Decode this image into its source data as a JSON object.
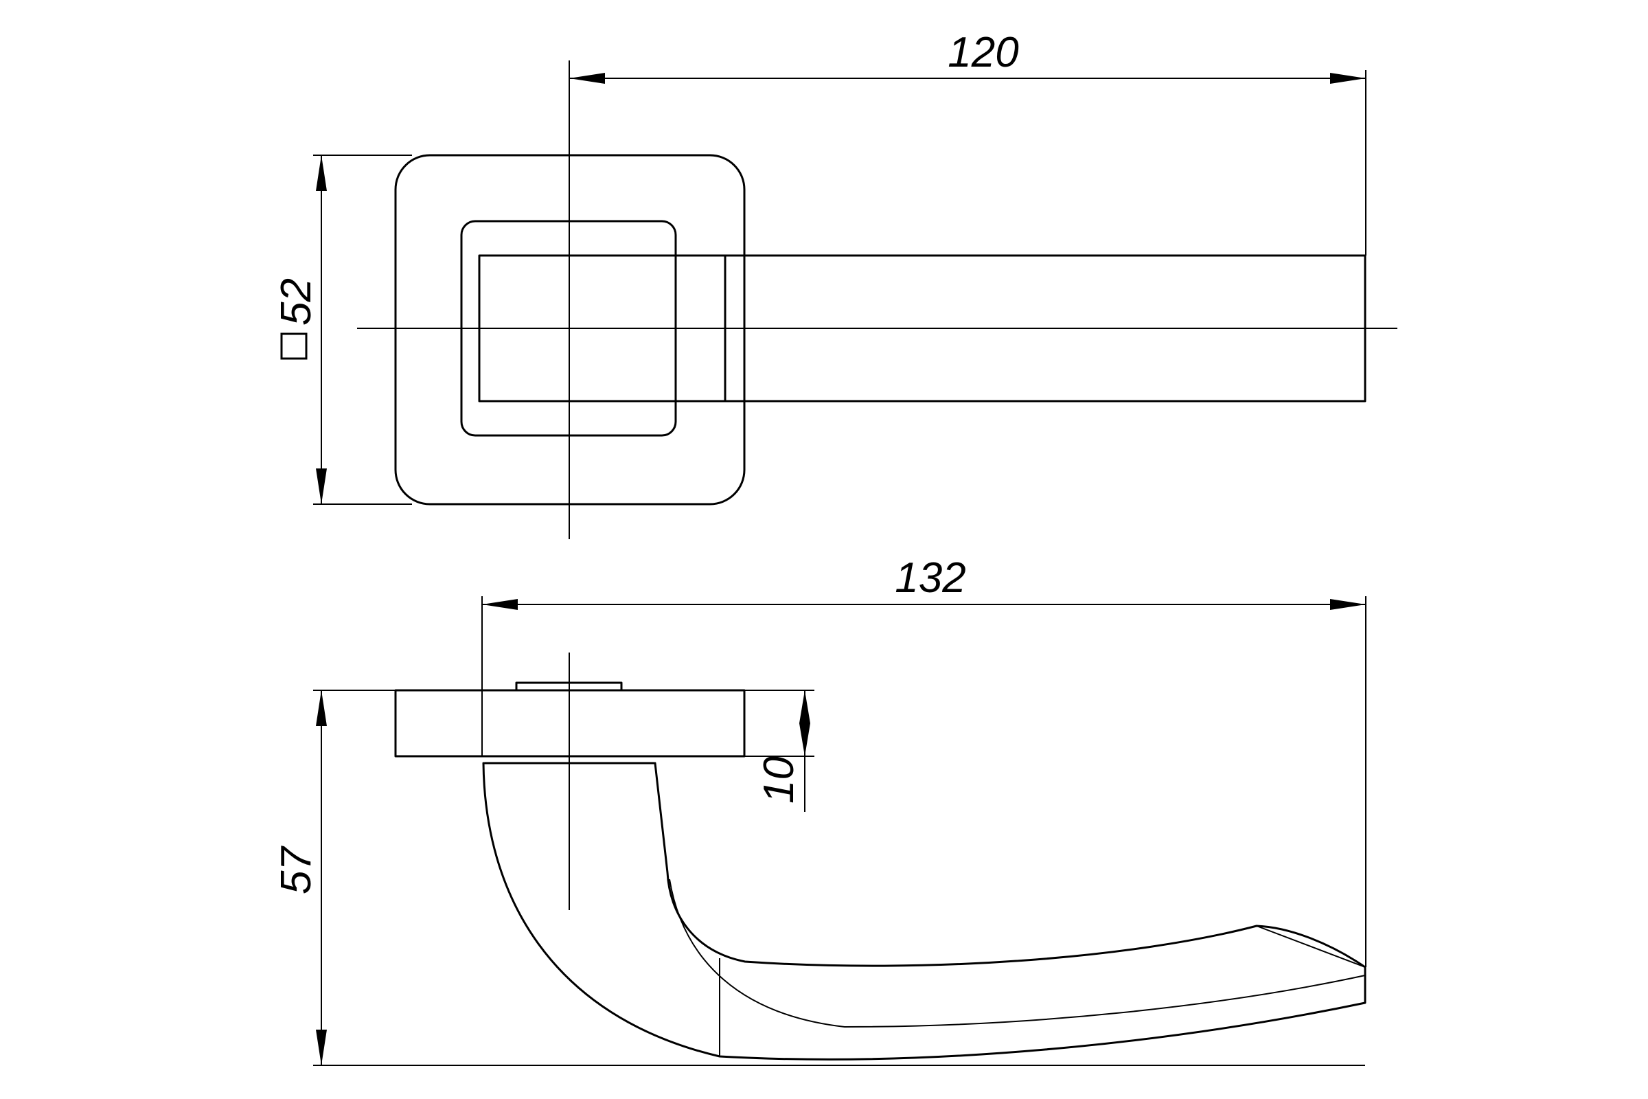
{
  "drawing": {
    "stroke_color": "#000000",
    "background_color": "#ffffff"
  },
  "top_view": {
    "dim_lever_length": "120",
    "dim_rosette_side": "52",
    "rosette_side_symbol": "square-symbol-icon"
  },
  "side_view": {
    "dim_overall_length": "132",
    "dim_rosette_thickness": "10",
    "dim_height": "57"
  }
}
